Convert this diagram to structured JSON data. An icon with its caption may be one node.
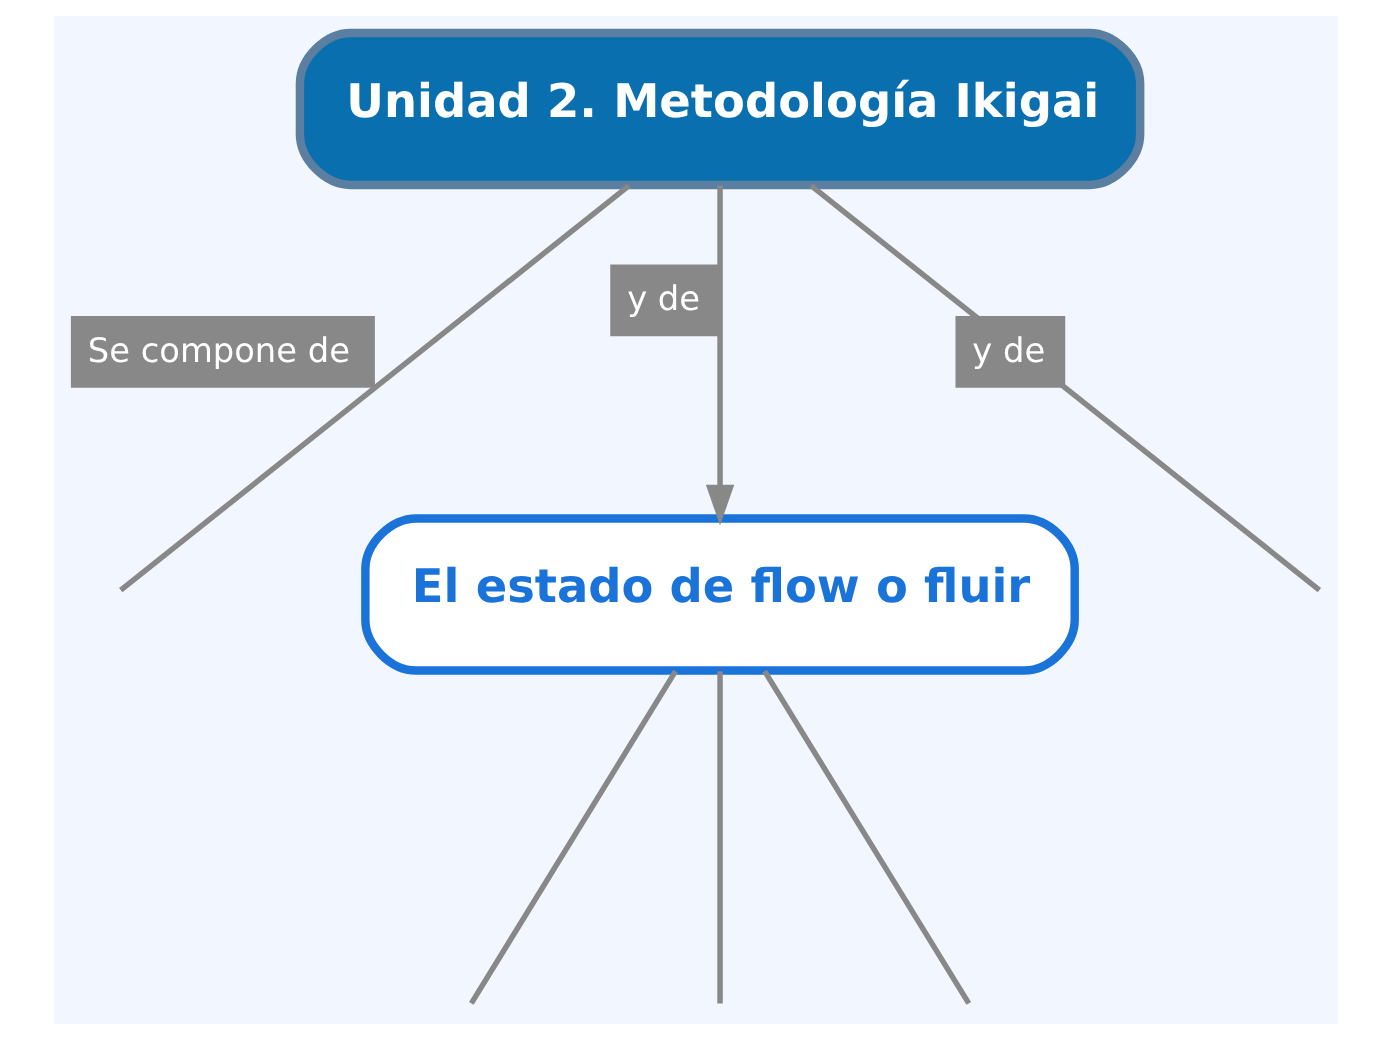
{
  "diagram": {
    "nodes": [
      {
        "text": [
          "Unidad 2. Metodología Ikigai"
        ]
      },
      {
        "text": [
          "El estado de flow o fluir"
        ]
      }
    ],
    "edges": [
      {
        "from": 0,
        "to": null,
        "label": "Se compone de",
        "arrow": "none"
      },
      {
        "from": 0,
        "to": 1,
        "label": "y de",
        "arrow": "to"
      },
      {
        "from": 0,
        "to": null,
        "label": "y de",
        "arrow": "none"
      },
      {
        "from": 1,
        "to": null,
        "arrow": "none"
      },
      {
        "from": 1,
        "to": null,
        "arrow": "none"
      },
      {
        "from": 1,
        "to": null,
        "arrow": "none"
      }
    ]
  }
}
